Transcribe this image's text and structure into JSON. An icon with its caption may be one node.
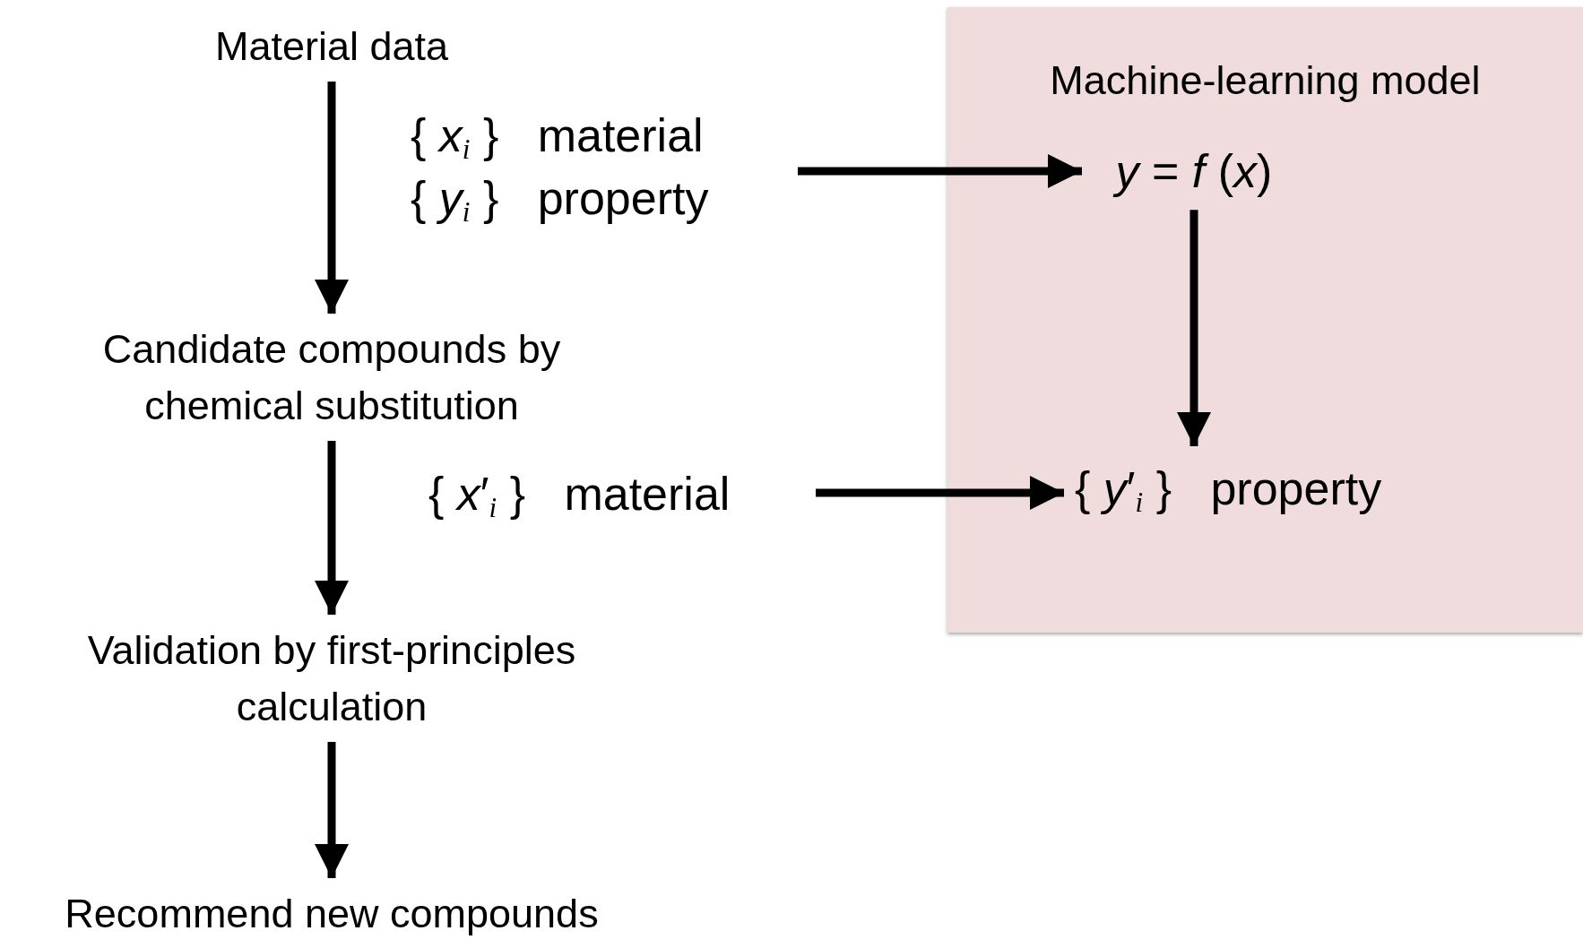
{
  "diagram": {
    "nodes": [
      {
        "text": [
          "Material data"
        ]
      },
      {
        "text": [
          "{ *x*$_{i}$ }   material",
          "{ *y*$_{i}$ }   property"
        ]
      },
      {
        "text": [
          "Candidate compounds by chemical substitution"
        ]
      },
      {
        "text": [
          "{ *x*′$_{i}$ }   material"
        ]
      },
      {
        "text": [
          "Validation by first-principles calculation"
        ]
      },
      {
        "text": [
          "Recommend new compounds"
        ]
      },
      {
        "text": [
          "Machine-learning model"
        ]
      },
      {
        "text": [
          "*y* = *f* (*x*)"
        ],
        "in": 6
      },
      {
        "text": [
          "{ *y*′$_{i}$ }   property"
        ],
        "in": 6
      }
    ],
    "edges": [
      {
        "from": 0,
        "to": 2,
        "arrow": "to"
      },
      {
        "from": 1,
        "to": 7,
        "arrow": "to"
      },
      {
        "from": 7,
        "to": 8,
        "arrow": "to"
      },
      {
        "from": 2,
        "to": 4,
        "arrow": "to"
      },
      {
        "from": 3,
        "to": 8,
        "arrow": "to"
      },
      {
        "from": 4,
        "to": 5,
        "arrow": "to"
      }
    ]
  }
}
